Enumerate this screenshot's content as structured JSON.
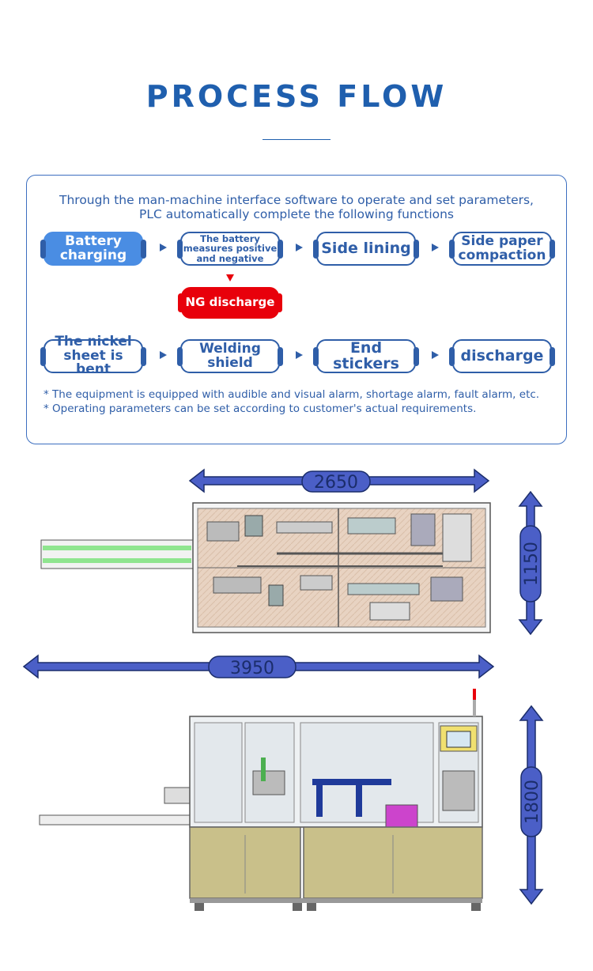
{
  "title": "PROCESS FLOW",
  "intro": {
    "line1": "Through the man-machine interface software to operate and set parameters,",
    "line2": "PLC automatically complete the following functions"
  },
  "steps_row1": [
    {
      "line1": "Battery",
      "line2": "charging"
    },
    {
      "line1": "The battery",
      "line2": "measures positive",
      "line3": "and negative"
    },
    {
      "line1": "Side lining"
    },
    {
      "line1": "Side paper",
      "line2": "compaction"
    }
  ],
  "ng": "NG discharge",
  "steps_row2": [
    {
      "line1": "The nickel",
      "line2": "sheet is bent"
    },
    {
      "line1": "Welding",
      "line2": "shield"
    },
    {
      "line1": "End",
      "line2": "stickers"
    },
    {
      "line1": "discharge"
    }
  ],
  "notes": [
    "* The equipment is equipped with audible and visual alarm, shortage alarm, fault alarm, etc.",
    "* Operating parameters can be set according to customer's actual requirements."
  ],
  "dimensions": {
    "top_width": "2650",
    "top_depth": "1150",
    "total_length": "3950",
    "height": "1800"
  },
  "colors": {
    "accent": "#1f5fae",
    "step_fill": "#4a8de3",
    "ng_red": "#e8000b",
    "dimension_arrow": "#4b5fc7"
  }
}
